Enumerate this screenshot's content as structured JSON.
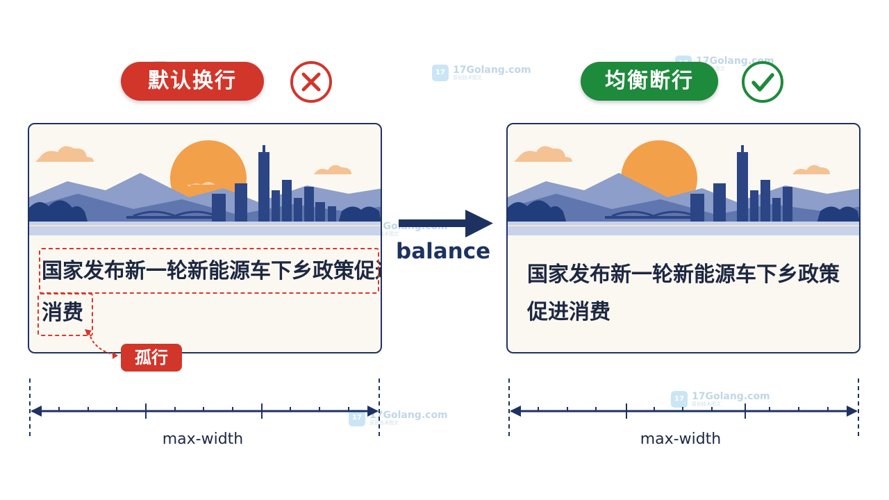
{
  "left": {
    "badge": "默认换行",
    "headline_line1": "国家发布新一轮新能源车下乡政策促进",
    "headline_line2": "消费",
    "orphan_label": "孤行",
    "status_icon": "cross-circle-icon",
    "accent_color": "#d2362b"
  },
  "right": {
    "badge": "均衡断行",
    "headline_line1": "国家发布新一轮新能源车下乡政策",
    "headline_line2": "促进消费",
    "status_icon": "check-circle-icon",
    "accent_color": "#1e8a3c"
  },
  "middle": {
    "arrow_label": "balance"
  },
  "scale": {
    "label": "max-width"
  },
  "watermark": {
    "text": "17Golang.com",
    "subtext": "原创技术图文"
  }
}
